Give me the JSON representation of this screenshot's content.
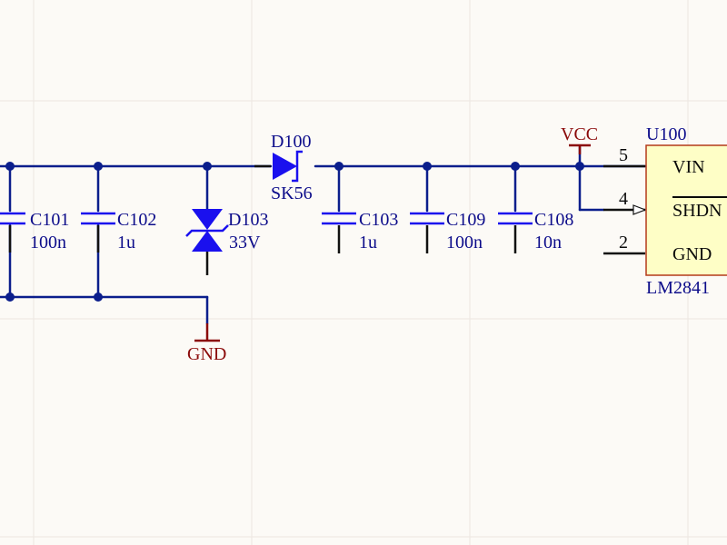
{
  "colors": {
    "background": "#fcfaf6",
    "grid": "#ece6e0",
    "wire": "#0b1e8c",
    "component": "#1a10ee",
    "power_port": "#8b0a0a",
    "label": "#0c0c8a",
    "ic_fill": "#fefec6",
    "ic_border": "#b43a1a",
    "ic_pin_text": "#0a0a0a"
  },
  "components": {
    "c101": {
      "ref": "C101",
      "value": "100n"
    },
    "c102": {
      "ref": "C102",
      "value": "1u"
    },
    "d103": {
      "ref": "D103",
      "value": "33V"
    },
    "d100": {
      "ref": "D100",
      "value": "SK56"
    },
    "c103": {
      "ref": "C103",
      "value": "1u"
    },
    "c109": {
      "ref": "C109",
      "value": "100n"
    },
    "c108": {
      "ref": "C108",
      "value": "10n"
    }
  },
  "power_ports": {
    "vcc": "VCC",
    "gnd": "GND"
  },
  "ic": {
    "ref": "U100",
    "part": "LM2841",
    "pins": [
      {
        "num": "5",
        "name": "VIN"
      },
      {
        "num": "4",
        "name": "SHDN"
      },
      {
        "num": "2",
        "name": "GND"
      }
    ]
  }
}
